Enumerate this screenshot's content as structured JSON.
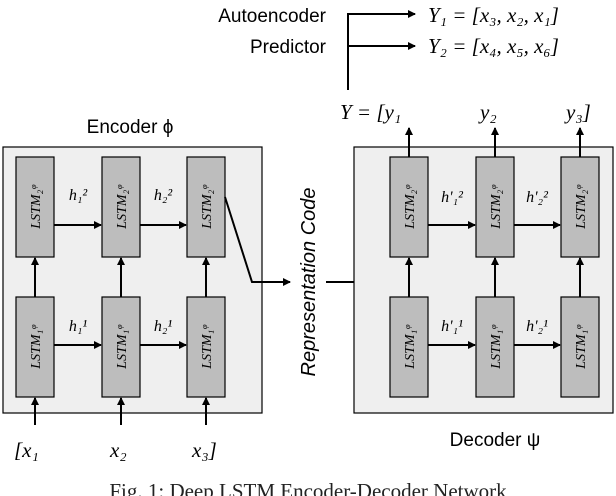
{
  "legend": {
    "autoencoder_label": "Autoencoder",
    "autoencoder_target": "Y₁ = [x₃, x₂, x₁]",
    "predictor_label": "Predictor",
    "predictor_target": "Y₂ = [x₄, x₅, x₆]"
  },
  "output": {
    "y_prefix": "Y = [y₁",
    "y2": "y₂",
    "y3": "y₃]"
  },
  "encoder": {
    "title": "Encoder ϕ",
    "layer2_cells": [
      "LSTM₂ᵠ",
      "LSTM₂ᵠ",
      "LSTM₂ᵠ"
    ],
    "layer1_cells": [
      "LSTM₁ᵠ",
      "LSTM₁ᵠ",
      "LSTM₁ᵠ"
    ],
    "layer2_hidden": [
      "h₁²",
      "h₂²"
    ],
    "layer1_hidden": [
      "h₁¹",
      "h₂¹"
    ],
    "inputs": [
      "[x₁",
      "x₂",
      "x₃]"
    ]
  },
  "representation_code": "Representation Code",
  "decoder": {
    "title": "Decoder ψ",
    "layer2_cells": [
      "LSTM₂ᵠ",
      "LSTM₂ᵠ",
      "LSTM₂ᵠ"
    ],
    "layer1_cells": [
      "LSTM₁ᵠ",
      "LSTM₁ᵠ",
      "LSTM₁ᵠ"
    ],
    "layer2_hidden": [
      "h'₁²",
      "h'₂²"
    ],
    "layer1_hidden": [
      "h'₁¹",
      "h'₂¹"
    ]
  },
  "caption": "Fig. 1: Deep LSTM Encoder-Decoder Network",
  "colors": {
    "panel_fill": "#efefef",
    "cell_fill": "#bdbdbd",
    "stroke": "#000000"
  }
}
